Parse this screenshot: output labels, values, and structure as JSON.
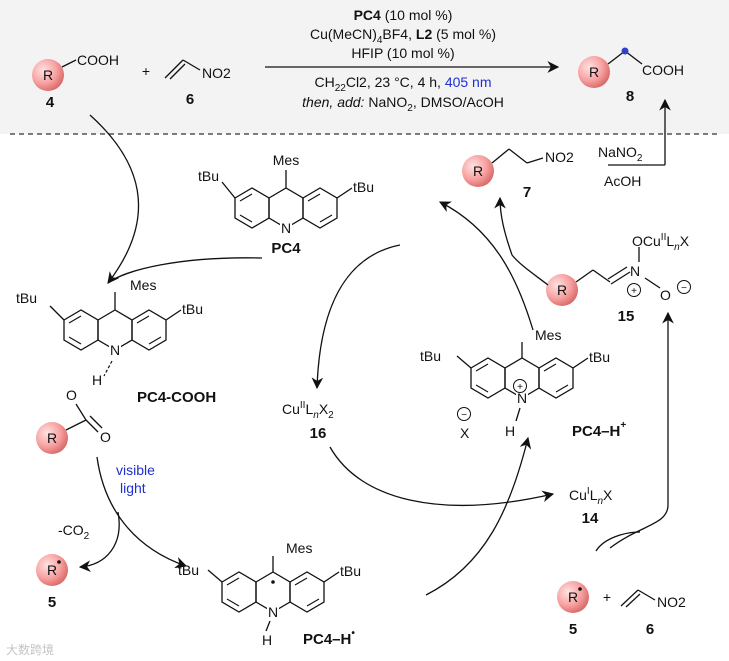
{
  "conditions": {
    "pc4_label": "PC4",
    "pc4_amount": " (10 mol %)",
    "cu_1": "Cu(MeCN)",
    "sub_4": "4",
    "cu_2": "BF4, ",
    "l2": "L2",
    "l2_amount": " (5 mol %)",
    "hfip": "HFIP (10 mol %)",
    "solvent_1": "CH",
    "sub_2": "2",
    "solvent_2": "Cl2, 23 °C, 4 h, ",
    "wavelength": "405 nm",
    "then_add": "then, add:",
    "nano_1": " NaNO",
    "nano_2": ", DMSO/AcOH"
  },
  "labels": {
    "r": "R",
    "cooh": "COOH",
    "no2": "NO2",
    "plus": "+",
    "minus": "−",
    "mes": "Mes",
    "tbu": "tBu",
    "n": "N",
    "h": "H",
    "o": "O",
    "x": "X",
    "dot": "•",
    "cu": "Cu",
    "ii": "II",
    "i": "I",
    "l": "L",
    "n_sub": "n",
    "ocu": "OCu",
    "nano2_a": "NaNO",
    "acoh": "AcOH",
    "visible": "visible",
    "light": "light",
    "co2_a": "-CO"
  },
  "numbers": {
    "n4": "4",
    "n5": "5",
    "n6": "6",
    "n7": "7",
    "n8": "8",
    "n14": "14",
    "n15": "15",
    "n16": "16",
    "pc4": "PC4",
    "pc4_cooh": "PC4-COOH",
    "pc4_h": "PC4–H"
  },
  "colors": {
    "r_group_fill": "#f7a0a0",
    "accent_blue": "#1f2fd1",
    "band_gray": "#f3f3f3"
  },
  "watermark": "大数跨境"
}
